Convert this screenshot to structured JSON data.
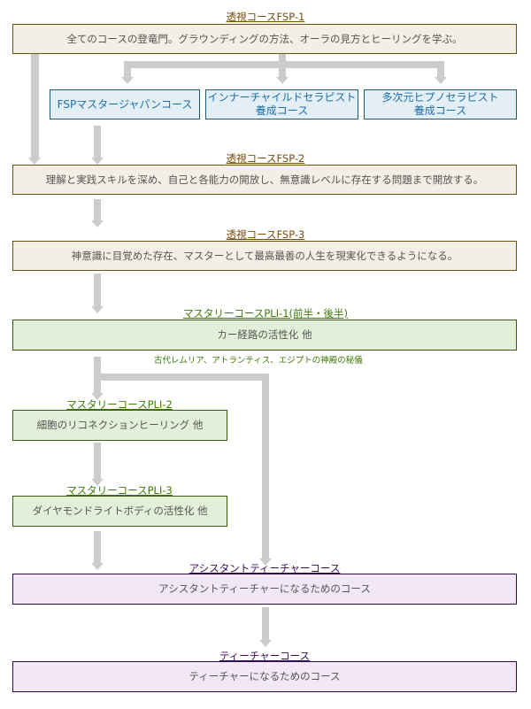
{
  "diagram": {
    "fsp1": {
      "title": "透視コースFSP-1",
      "description": "全てのコースの登竜門。グラウンディングの方法、オーラの見方とヒーリングを学ぶ。"
    },
    "branches": [
      {
        "line1": "FSPマスタージャパンコース",
        "line2": ""
      },
      {
        "line1": "インナーチャイルドセラピスト",
        "line2": "養成コース"
      },
      {
        "line1": "多次元ヒプノセラピスト",
        "line2": "養成コース"
      }
    ],
    "fsp2": {
      "title": "透視コースFSP-2",
      "description": "理解と実践スキルを深め、自己と各能力の開放し、無意識レベルに存在する問題まで開放する。"
    },
    "fsp3": {
      "title": "透視コースFSP-3",
      "description": "神意識に目覚めた存在、マスターとして最高最善の人生を現実化できるようになる。"
    },
    "pli1": {
      "title": "マスタリーコースPLI-1(前半・後半)",
      "description": "カー経路の活性化 他",
      "note": "古代レムリア、アトランティス、エジプトの神殿の秘儀"
    },
    "pli2": {
      "title": "マスタリーコースPLI-2",
      "description": "細胞のリコネクションヒーリング 他"
    },
    "pli3": {
      "title": "マスタリーコースPLI-3",
      "description": "ダイヤモンドライトボディの活性化 他"
    },
    "assistant": {
      "title": "アシスタントティーチャーコース",
      "description": "アシスタントティーチャーになるためのコース"
    },
    "teacher": {
      "title": "ティーチャーコース",
      "description": "ティーチャーになるためのコース"
    },
    "colors": {
      "fsp_fill": "#f3efe4",
      "fsp_border": "#6b5210",
      "fsp_title": "#7a4a0e",
      "branch_fill": "#e4eef5",
      "branch_border": "#1e5a76",
      "branch_text": "#1e6fa8",
      "pli_fill": "#e2efd9",
      "pli_border": "#3b5d0f",
      "pli_title": "#3d7a0a",
      "teacher_fill": "#f2e7f5",
      "teacher_border": "#2e0a4a",
      "teacher_title": "#3a0a5a",
      "connector": "#cccccc"
    }
  }
}
